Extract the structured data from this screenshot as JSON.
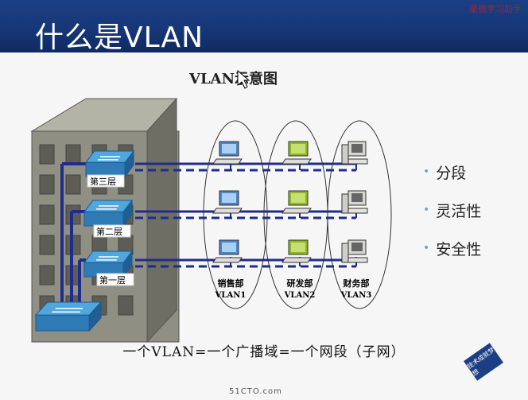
{
  "header": {
    "title": "什么是VLAN",
    "watermark": "聚傲学习助手"
  },
  "diagram": {
    "title": "VLAN示意图",
    "floors": [
      "第三层",
      "第二层",
      "第一层"
    ],
    "groups": [
      {
        "name": "销售部",
        "vlan": "VLAN1",
        "color": "#4a86c8"
      },
      {
        "name": "研发部",
        "vlan": "VLAN2",
        "color": "#8fb822"
      },
      {
        "name": "财务部",
        "vlan": "VLAN3",
        "color": "#b8b8b0"
      }
    ],
    "caption": "一个VLAN=一个广播域=一个网段（子网）"
  },
  "bullets": [
    "分段",
    "灵活性",
    "安全性"
  ],
  "footer": {
    "brand": "51CTO",
    "brand_suffix": ".com",
    "badge": "技术成就梦想"
  }
}
